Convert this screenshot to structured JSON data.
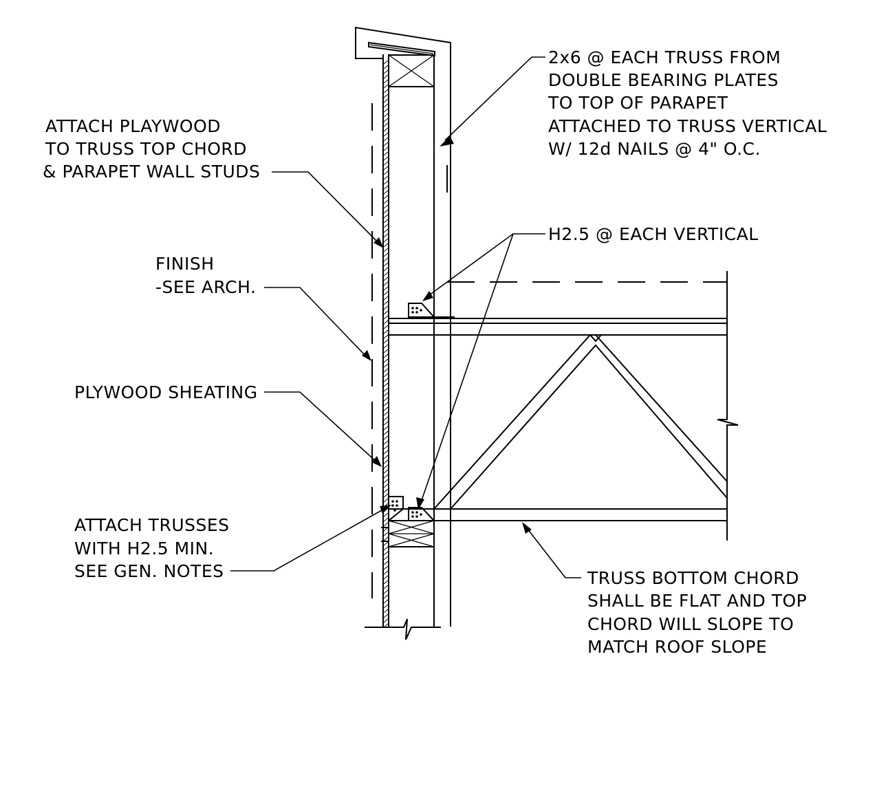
{
  "notes": {
    "parapet_2x6": [
      "2x6 @ EACH TRUSS FROM",
      "DOUBLE BEARING PLATES",
      "TO TOP OF PARAPET",
      "ATTACHED TO TRUSS VERTICAL",
      "W/ 12d NAILS @ 4\" O.C."
    ],
    "attach_playwood": [
      "ATTACH PLAYWOOD",
      "TO TRUSS TOP CHORD",
      "& PARAPET WALL STUDS"
    ],
    "h25_each_vertical": [
      "H2.5 @ EACH VERTICAL"
    ],
    "finish": [
      "FINISH",
      "-SEE ARCH."
    ],
    "plywood_sheating": [
      "PLYWOOD SHEATING"
    ],
    "attach_trusses": [
      "ATTACH TRUSSES",
      "WITH H2.5 MIN.",
      "SEE GEN. NOTES"
    ],
    "truss_bottom_chord": [
      "TRUSS BOTTOM CHORD",
      "SHALL BE FLAT AND TOP",
      "CHORD WILL SLOPE TO",
      "MATCH ROOF SLOPE"
    ]
  },
  "colors": {
    "line": "#000000",
    "background": "#ffffff"
  }
}
